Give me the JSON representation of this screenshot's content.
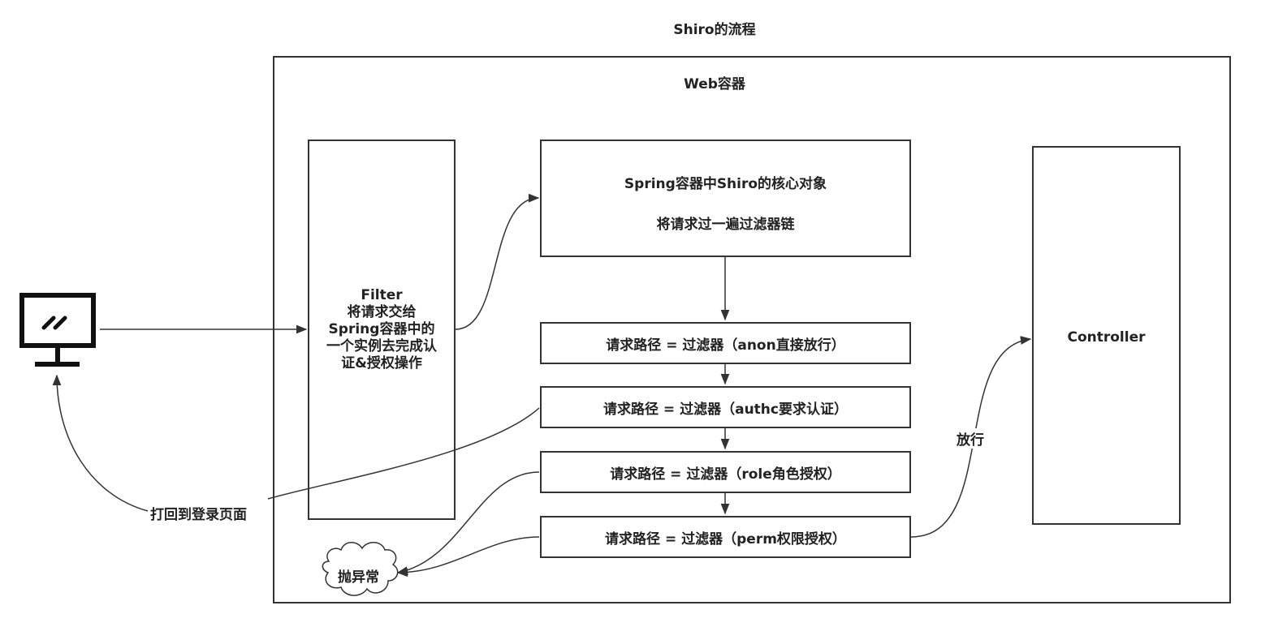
{
  "diagram": {
    "title": "Shiro的流程",
    "web_container_label": "Web容器",
    "filter": {
      "lines": [
        "Filter",
        "将请求交给",
        "Spring容器中的",
        "一个实例去完成认",
        "证&授权操作"
      ]
    },
    "spring_core": {
      "line1": "Spring容器中Shiro的核心对象",
      "line2": "将请求过一遍过滤器链"
    },
    "filter_chain": [
      "请求路径 = 过滤器（anon直接放行）",
      "请求路径 = 过滤器（authc要求认证）",
      "请求路径 = 过滤器（role角色授权）",
      "请求路径 = 过滤器（perm权限授权）"
    ],
    "controller_label": "Controller",
    "pass_label": "放行",
    "redirect_label": "打回到登录页面",
    "exception_label": "抛异常",
    "client_icon": "monitor-icon"
  }
}
